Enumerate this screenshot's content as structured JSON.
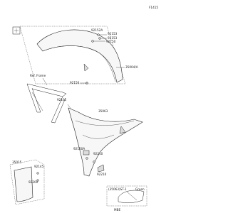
{
  "header": {
    "ref_id": "F1415"
  },
  "labels": {
    "c1": "92153",
    "c2": "92152A",
    "c3": "92153",
    "c4": "92150",
    "c5": "35004/A",
    "c6": "92150",
    "c7": "Ref. Frame",
    "c8": "92161",
    "c9": "35063",
    "c10": "92150A",
    "c11": "92210",
    "c12": "35015",
    "c13": "92145",
    "c14": "92200",
    "c15": "92210",
    "c16": "(35063)ST-1",
    "c17": "Green",
    "c18": "MBE"
  }
}
